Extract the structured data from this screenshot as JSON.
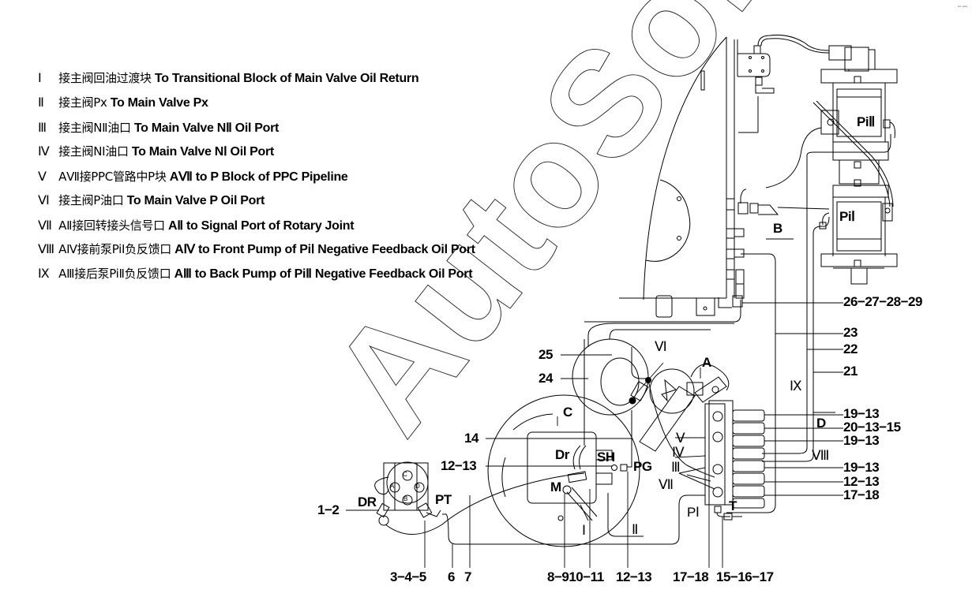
{
  "legend": [
    {
      "num": "Ⅰ",
      "zh": "接主阀回油过渡块",
      "en": "To Transitional Block of Main Valve Oil Return"
    },
    {
      "num": "Ⅱ",
      "zh": "接主阀Px",
      "en": "To Main Valve Px"
    },
    {
      "num": "Ⅲ",
      "zh": "接主阀NⅡ油口",
      "en": "To Main Valve NⅡ Oil Port"
    },
    {
      "num": "Ⅳ",
      "zh": "接主阀NⅠ油口",
      "en": "To Main Valve NⅠ Oil Port"
    },
    {
      "num": "Ⅴ",
      "zh": "AⅦ接PPC管路中P块",
      "en": "AⅦ to P Block of PPC Pipeline"
    },
    {
      "num": "Ⅵ",
      "zh": "接主阀P油口",
      "en": "To Main Valve P Oil Port"
    },
    {
      "num": "Ⅶ",
      "zh": "AⅡ接回转接头信号口",
      "en": "AⅡ to Signal Port of Rotary Joint"
    },
    {
      "num": "Ⅷ",
      "zh": "AⅣ接前泵PiⅠ负反馈口",
      "en": "AⅣ to Front Pump of PiⅠ Negative Feedback Oil Port"
    },
    {
      "num": "Ⅸ",
      "zh": "AⅢ接后泵PiⅡ负反馈口",
      "en": "AⅢ to Back Pump of PiⅡ Negative Feedback Oil Port"
    }
  ],
  "port_labels": {
    "pi2": "PiⅡ",
    "pi1": "PiⅠ",
    "b": "B",
    "a": "A",
    "c": "C",
    "d": "D",
    "dr_motor": "Dr",
    "sh": "SH",
    "pg": "PG",
    "m": "M",
    "dr_pump": "DR",
    "pt": "PT",
    "p1": "PⅠ",
    "t": "T",
    "pump_a": "A",
    "pump_b": "B",
    "pump_c": "C",
    "pump_d": "D"
  },
  "roman_markers": {
    "r1": "Ⅰ",
    "r2": "Ⅱ",
    "r3": "Ⅲ",
    "r4": "Ⅳ",
    "r5": "Ⅴ",
    "r6": "Ⅵ",
    "r7": "Ⅶ",
    "r8": "Ⅷ",
    "r9": "Ⅸ"
  },
  "callouts": {
    "c26": "26−27−28−29",
    "c23": "23",
    "c22": "22",
    "c21": "21",
    "c19a": "19−13",
    "c20": "20−13−15",
    "c19b": "19−13",
    "c19c": "19−13",
    "c12r": "12−13",
    "c17r": "17−18",
    "c25": "25",
    "c24": "24",
    "c14": "14",
    "c12l": "12−13",
    "c1": "1−2",
    "b3": "3−4−5",
    "b6": "6",
    "b7": "7",
    "b8": "8−910−11",
    "b12": "12−13",
    "b17": "17−18",
    "b15": "15−16−17"
  },
  "watermark": "AutoSoft"
}
